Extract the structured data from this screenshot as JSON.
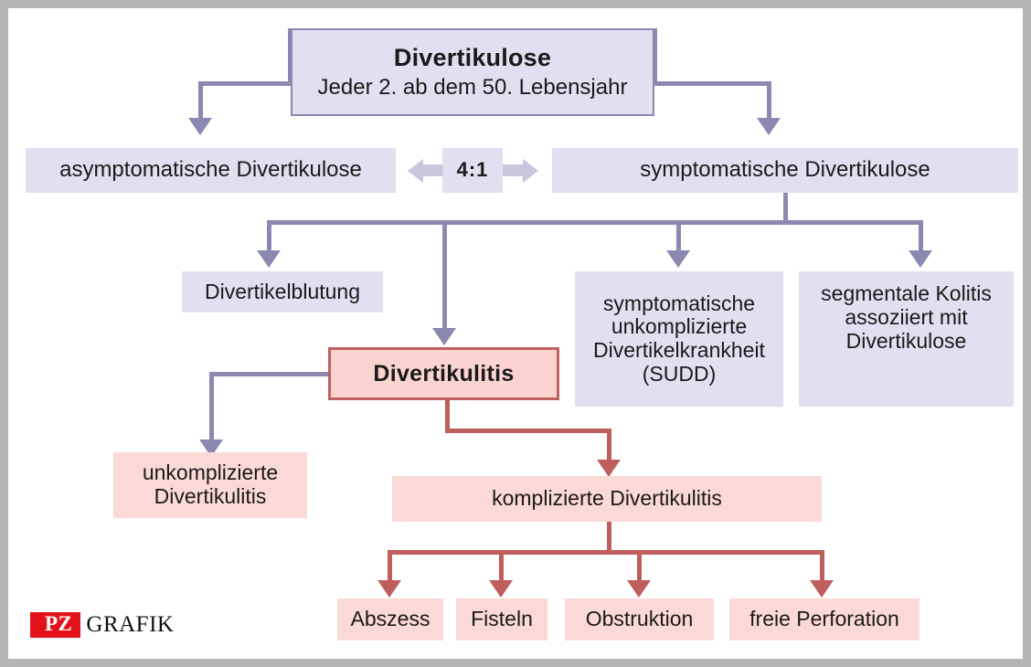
{
  "diagram": {
    "title_node": {
      "title": "Divertikulose",
      "subtitle": "Jeder 2. ab dem 50. Lebensjahr"
    },
    "ratio": {
      "label": "4:1"
    },
    "row2": {
      "left": "asymptomatische Divertikulose",
      "right": "symptomatische Divertikulose"
    },
    "row3": {
      "bleeding": "Divertikelblutung",
      "diverticulitis": "Divertikulitis",
      "sudd_line1": "symptomatische",
      "sudd_line2": "unkomplizierte",
      "sudd_line3": "Divertikelkrankheit",
      "sudd_line4": "(SUDD)",
      "colitis_line1": "segmentale Kolitis",
      "colitis_line2": "assoziiert mit",
      "colitis_line3": "Divertikulose"
    },
    "row4": {
      "uncomplicated_line1": "unkomplizierte",
      "uncomplicated_line2": "Divertikulitis",
      "complicated": "komplizierte Divertikulitis"
    },
    "row5": {
      "items": [
        "Abszess",
        "Fisteln",
        "Obstruktion",
        "freie Perforation"
      ]
    }
  },
  "logo": {
    "mark": "PZ",
    "word": "GRAFIK"
  },
  "colors": {
    "purple_fill": "#e1dff0",
    "purple_line": "#8b88b2",
    "pink_fill": "#fbd9d7",
    "red_line": "#bf5f5d",
    "red_border": "#c0615f",
    "frame": "#b4b4b4",
    "logo_red": "#e3121a"
  }
}
